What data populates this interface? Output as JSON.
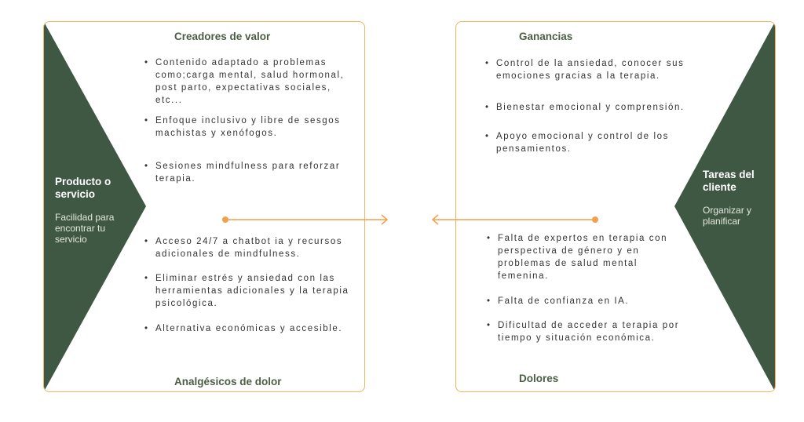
{
  "left_panel": {
    "top_title": "Creadores de valor",
    "bottom_title": "Analgésicos de dolor",
    "side_title": "Producto o servicio",
    "side_subtitle": "Facilidad para encontrar tu servicio",
    "top_items": [
      "Contenido adaptado a problemas como;carga mental, salud hormonal, post parto, expectativas sociales, etc...",
      "Enfoque inclusivo y libre de sesgos machistas y xenófogos.",
      "Sesiones mindfulness para reforzar terapia."
    ],
    "bottom_items": [
      "Acceso 24/7 a chatbot ia y recursos adicionales de mindfulness.",
      "Eliminar estrés y ansiedad con las herramientas adicionales y la terapia psicológica.",
      "Alternativa económicas y accesible."
    ]
  },
  "right_panel": {
    "top_title": "Ganancias",
    "bottom_title": "Dolores",
    "side_title": "Tareas del cliente",
    "side_subtitle": "Organizar y planificar",
    "top_items": [
      "Control de la ansiedad, conocer sus emociones gracias a la terapia.",
      "Bienestar emocional y comprensión.",
      "Apoyo emocional y control de los pensamientos."
    ],
    "bottom_items": [
      "Falta de expertos en terapia con perspectiva de género y en problemas de salud mental femenina.",
      "Falta de confianza en IA.",
      "Dificultad de acceder a terapia por tiempo y situación económica."
    ]
  },
  "colors": {
    "accent": "#f3a04b",
    "panel_border": "#f3b35c",
    "dark_green": "#3f5843",
    "title_green": "#4b5d44"
  }
}
